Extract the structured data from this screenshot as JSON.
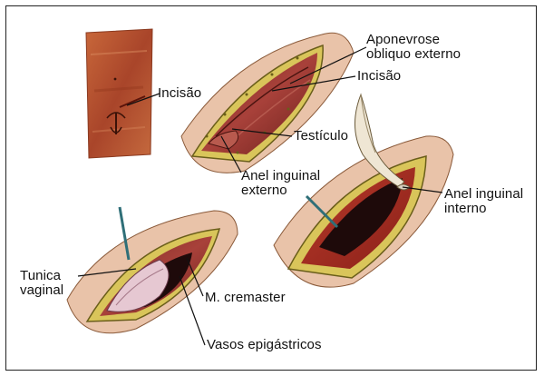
{
  "labels": {
    "incisao_small": "Incisão",
    "aponevrose": "Aponevrose\nobliquo externo",
    "incisao_main": "Incisão",
    "testiculo": "Testículo",
    "anel_externo": "Anel inguinal\nexterno",
    "anel_interno": "Anel inguinal\ninterno",
    "tunica": "Tunica\nvaginal",
    "cremaster": "M. cremaster",
    "vasos": "Vasos epigástricos"
  },
  "colors": {
    "skin": "#b8532c",
    "skin_light": "#e3b79a",
    "fat": "#d8c85a",
    "tissue_red": "#9c2b22",
    "cavity_dark": "#1e0a0a",
    "tunica_pink": "#e6c8d2",
    "instrument": "#2f6f78",
    "line": "#111111"
  }
}
